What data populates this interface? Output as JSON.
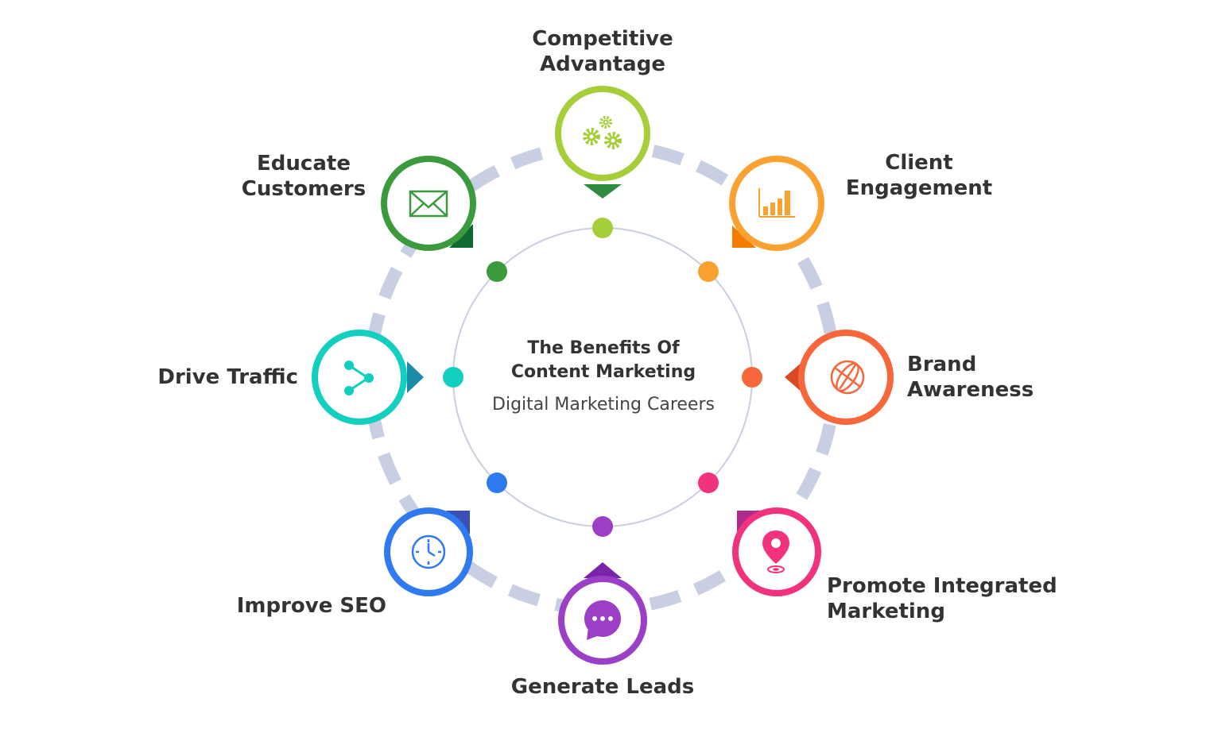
{
  "center": {
    "title_line1": "The Benefits Of",
    "title_line2": "Content Marketing",
    "subtitle": "Digital Marketing Careers"
  },
  "ring": {
    "dash_color": "#c8cfe2",
    "inner_circle_color": "#c9cfe0"
  },
  "nodes": [
    {
      "id": "competitive-advantage",
      "lines": [
        "Competitive",
        "Advantage"
      ],
      "color": "#a6ce39",
      "dark": "#2e8b3f",
      "icon": "gears-icon"
    },
    {
      "id": "client-engagement",
      "lines": [
        "Client",
        "Engagement"
      ],
      "color": "#f9a231",
      "dark": "#f57c00",
      "icon": "bar-chart-icon"
    },
    {
      "id": "brand-awareness",
      "lines": [
        "Brand",
        "Awareness"
      ],
      "color": "#f7673b",
      "dark": "#d84a24",
      "icon": "globe-icon"
    },
    {
      "id": "promote-integrated-marketing",
      "lines": [
        "Promote Integrated",
        "Marketing"
      ],
      "color": "#f0337c",
      "dark": "#b02a8c",
      "icon": "map-pin-icon"
    },
    {
      "id": "generate-leads",
      "lines": [
        "Generate Leads"
      ],
      "color": "#9b3fc6",
      "dark": "#7a24a8",
      "icon": "chat-bubble-icon"
    },
    {
      "id": "improve-seo",
      "lines": [
        "Improve SEO"
      ],
      "color": "#2f7af0",
      "dark": "#3a4fb8",
      "icon": "clock-icon"
    },
    {
      "id": "drive-traffic",
      "lines": [
        "Drive Traffic"
      ],
      "color": "#12cfc0",
      "dark": "#1a8ca8",
      "icon": "share-icon"
    },
    {
      "id": "educate-customers",
      "lines": [
        "Educate",
        "Customers"
      ],
      "color": "#3a9a3c",
      "dark": "#0e6b2f",
      "icon": "envelope-icon"
    }
  ]
}
